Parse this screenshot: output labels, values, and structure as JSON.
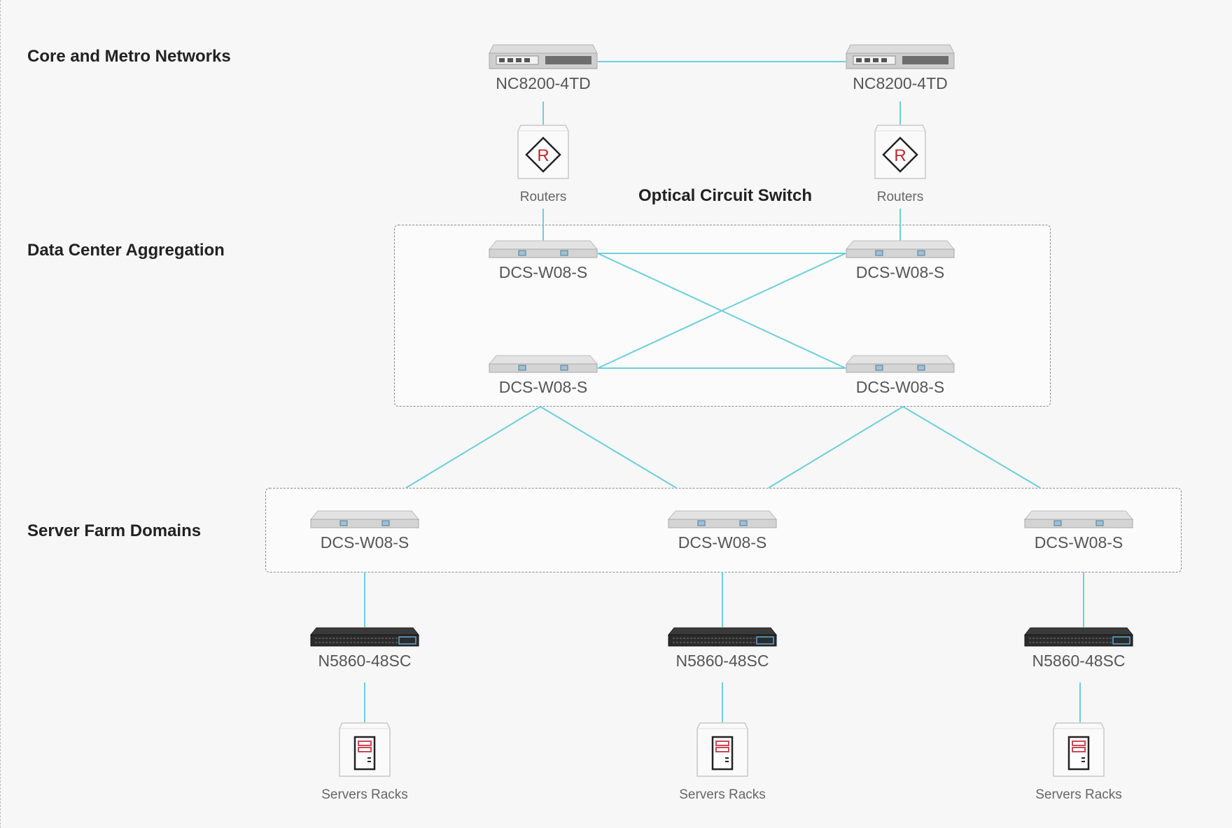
{
  "tiers": {
    "core": "Core and Metro Networks",
    "aggregation": "Data Center Aggregation",
    "server_farm": "Server Farm Domains"
  },
  "optical_circuit_switch_title": "Optical Circuit Switch",
  "core": {
    "left_device": "NC8200-4TD",
    "right_device": "NC8200-4TD",
    "left_router": {
      "label": "Routers",
      "glyph": "R",
      "icon": "router-icon"
    },
    "right_router": {
      "label": "Routers",
      "glyph": "R",
      "icon": "router-icon"
    }
  },
  "aggregation": {
    "top_left": "DCS-W08-S",
    "top_right": "DCS-W08-S",
    "bottom_left": "DCS-W08-S",
    "bottom_right": "DCS-W08-S"
  },
  "server_farm": {
    "switches": [
      "DCS-W08-S",
      "DCS-W08-S",
      "DCS-W08-S"
    ],
    "tor_switches": [
      "N5860-48SC",
      "N5860-48SC",
      "N5860-48SC"
    ],
    "racks": [
      {
        "label": "Servers Racks",
        "icon": "server-rack-icon"
      },
      {
        "label": "Servers Racks",
        "icon": "server-rack-icon"
      },
      {
        "label": "Servers Racks",
        "icon": "server-rack-icon"
      }
    ]
  },
  "colors": {
    "link": "#6ccfdc",
    "router_accent": "#c0272d",
    "rack_accent": "#c94a52",
    "background": "#f7f7f7"
  }
}
